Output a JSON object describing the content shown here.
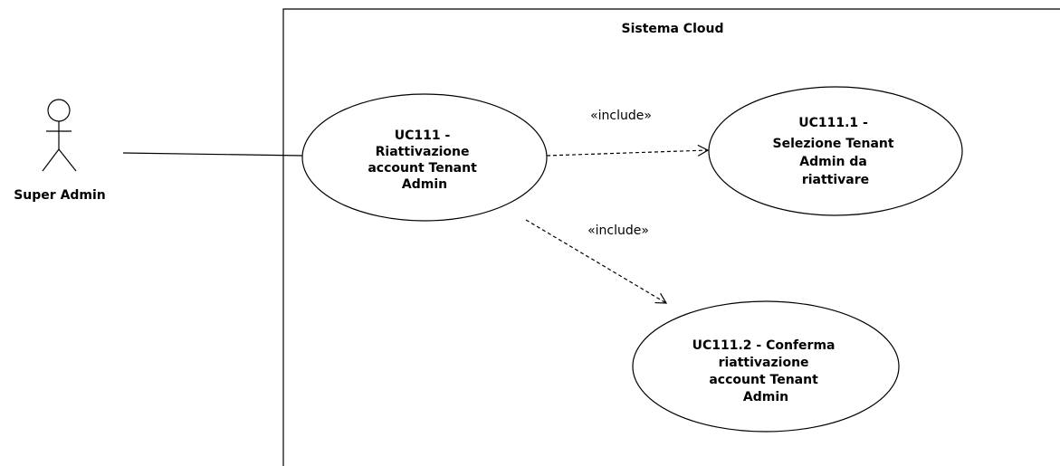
{
  "system": {
    "title": "Sistema Cloud"
  },
  "actor": {
    "name": "Super Admin"
  },
  "use_cases": {
    "main": {
      "lines": [
        "UC111 -",
        "Riattivazione",
        "account Tenant",
        "Admin"
      ]
    },
    "select": {
      "lines": [
        "UC111.1 -",
        "Selezione Tenant",
        "Admin da",
        "riattivare"
      ]
    },
    "confirm": {
      "lines": [
        "UC111.2 - Conferma",
        "riattivazione",
        "account Tenant",
        "Admin"
      ]
    }
  },
  "relations": {
    "include_1": "«include»",
    "include_2": "«include»"
  }
}
